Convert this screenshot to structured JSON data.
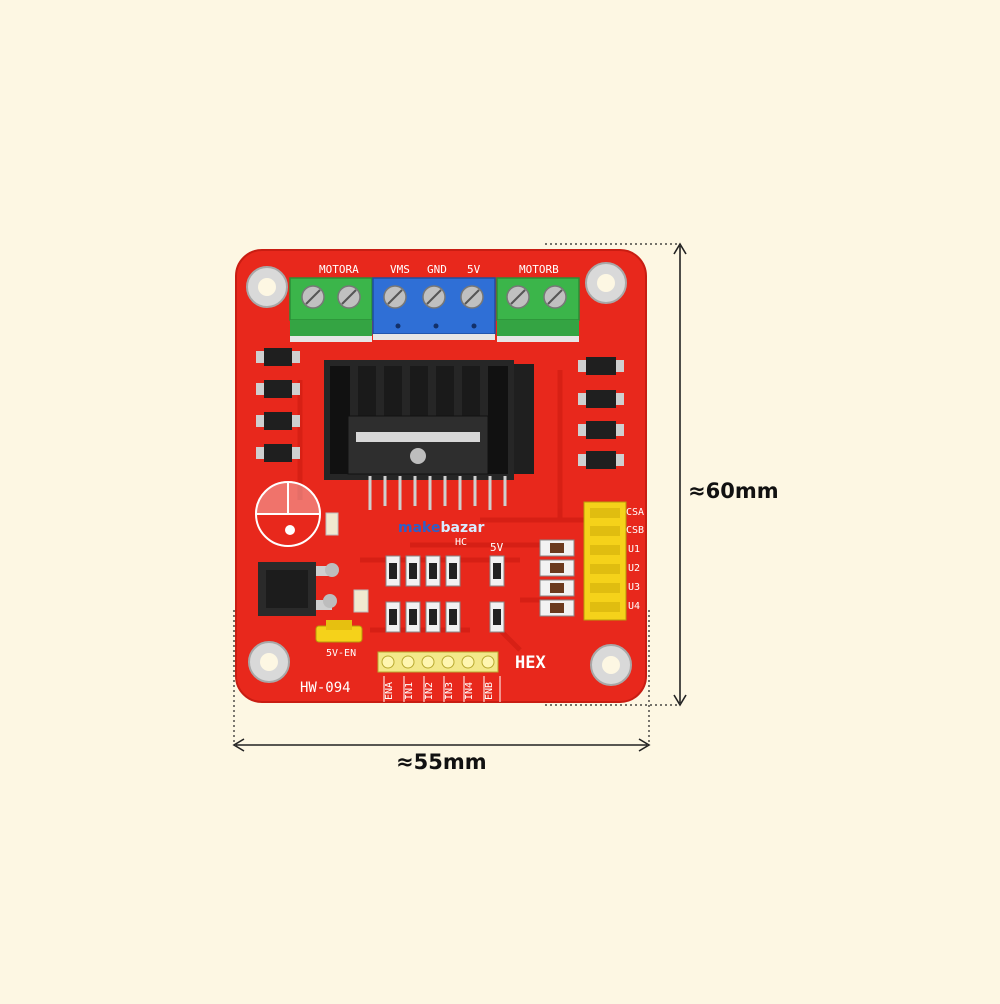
{
  "colors": {
    "background": "#fdf7e3",
    "pcb": "#e8281c",
    "terminal_green": "#3bb54a",
    "terminal_blue": "#2f6fd6",
    "jumper_yellow": "#f5d21a",
    "heatsink": "#1c1c1c"
  },
  "dimensions": {
    "height_label": "≈60mm",
    "width_label": "≈55mm"
  },
  "board": {
    "model": "HW-094",
    "brand": "HEX",
    "watermark_a": "make",
    "watermark_b": "bazar",
    "terminals": {
      "motor_a": "MOTORA",
      "vms": "VMS",
      "gnd": "GND",
      "five_v": "5V",
      "motor_b": "MOTORB"
    },
    "labels": {
      "hc": "HC",
      "five_v_mid": "5V",
      "five_v_en": "5V-EN"
    },
    "right_header": [
      "CSA",
      "CSB",
      "U1",
      "U2",
      "U3",
      "U4"
    ],
    "bottom_header": [
      "ENA",
      "IN1",
      "IN2",
      "IN3",
      "IN4",
      "ENB"
    ]
  }
}
